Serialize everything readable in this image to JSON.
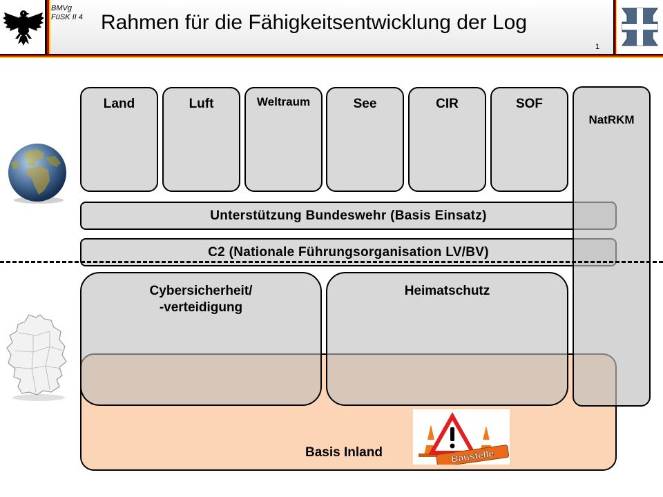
{
  "header": {
    "org_line1": "BMVg",
    "org_line2": "FüSK II 4",
    "title": "Rahmen für die Fähigkeitsentwicklung der Log",
    "page_number": "1"
  },
  "icons": {
    "left_logo": "federal-eagle-icon",
    "right_logo": "iron-cross-icon",
    "globe": "globe-icon",
    "germany_map": "germany-map-icon",
    "construction": "construction-sign-icon"
  },
  "colors": {
    "flag_black": "#000000",
    "flag_red": "#dd0000",
    "flag_gold": "#ffce00",
    "box_gray": "#d9d9d9",
    "basis_inland_fill": "#fbd5b5"
  },
  "domains": [
    {
      "label": "Land"
    },
    {
      "label": "Luft"
    },
    {
      "label": "Weltraum"
    },
    {
      "label": "See"
    },
    {
      "label": "CIR"
    },
    {
      "label": "SOF"
    }
  ],
  "natrkm": {
    "label": "NatRKM"
  },
  "bars": {
    "support": "Unterstützung Bundeswehr (Basis Einsatz)",
    "c2": "C2 (Nationale Führungsorganisation LV/BV)"
  },
  "lower": {
    "cyber_line1": "Cybersicherheit/",
    "cyber_line2": "-verteidigung",
    "heimatschutz": "Heimatschutz",
    "basis_inland": "Basis Inland"
  },
  "baustelle_text": "Baustelle"
}
